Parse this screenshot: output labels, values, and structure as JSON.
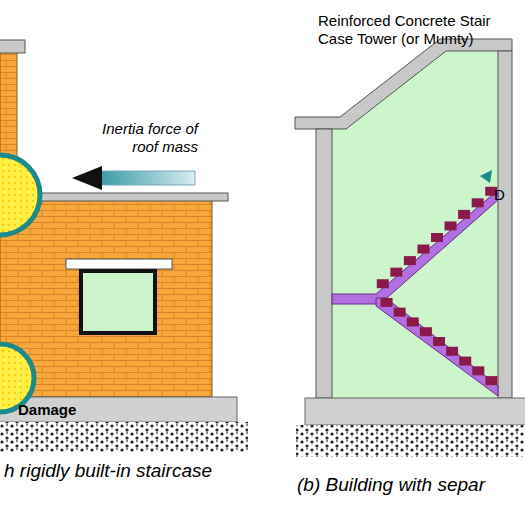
{
  "diagram": {
    "labels": [
      "Reinforced Concrete Stair Case Tower (or Mumty)",
      "Inertia force of roof mass",
      "D",
      "Damage",
      "h rigidly built-in staircase",
      "(b) Building with separ"
    ]
  }
}
